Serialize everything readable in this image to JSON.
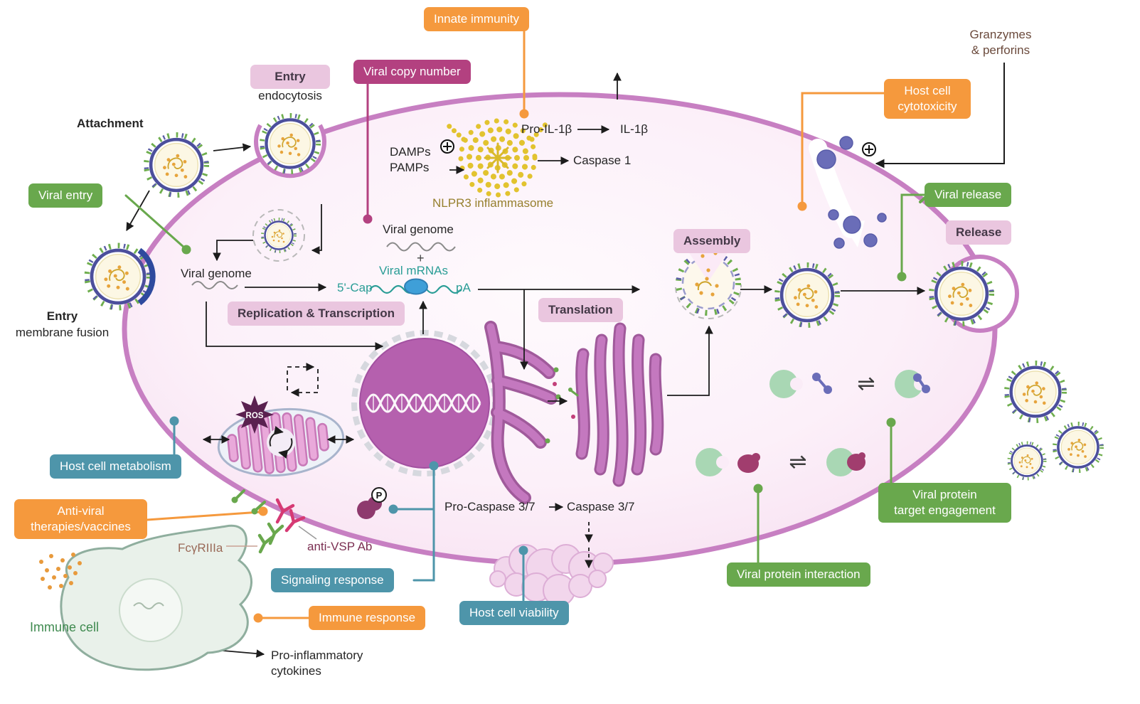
{
  "stages": {
    "attachment": "Attachment",
    "entry_endocytosis": "Entry",
    "endocytosis_sub": "endocytosis",
    "entry_fusion": "Entry",
    "fusion_sub": "membrane fusion",
    "replication_transcription": "Replication & Transcription",
    "translation": "Translation",
    "assembly": "Assembly",
    "release": "Release"
  },
  "assays": {
    "viral_entry": "Viral entry",
    "viral_copy_number": "Viral copy number",
    "innate_immunity": "Innate immunity",
    "host_cell_cytotoxicity": "Host cell\ncytotoxicity",
    "viral_release": "Viral release",
    "host_cell_metabolism": "Host cell metabolism",
    "signaling_response": "Signaling response",
    "immune_response": "Immune response",
    "host_cell_viability": "Host cell viability",
    "viral_protein_target_engagement": "Viral protein\ntarget engagement",
    "viral_protein_interaction": "Viral protein interaction",
    "antiviral_therapies": "Anti-viral\ntherapies/vaccines"
  },
  "molecules": {
    "viral_genome_top": "Viral genome",
    "plus_sign": "+",
    "viral_mrnas": "Viral mRNAs",
    "five_cap": "5'-Cap",
    "poly_a": "pA",
    "viral_genome_entry": "Viral genome",
    "damps_pamps": "DAMPs\nPAMPs",
    "pro_il1b": "Pro-IL-1β",
    "il1b": "IL-1β",
    "caspase_1": "Caspase 1",
    "nlpr3": "NLPR3 inflammasome",
    "granzymes_perforins": "Granzymes\n& perforins",
    "pro_caspase_37": "Pro-Caspase 3/7",
    "caspase_37": "Caspase 3/7",
    "ros": "ROS",
    "phospho": "P",
    "fcgriiia": "FcγRIIIa",
    "anti_vsp_ab": "anti-VSP Ab",
    "immune_cell": "Immune cell",
    "pro_inflammatory_cytokines": "Pro-inflammatory\ncytokines"
  },
  "icons": {
    "equilibrium": "⇌"
  },
  "colors": {
    "orange": "#f5993d",
    "magenta": "#b34180",
    "green": "#69a84d",
    "teal": "#4e95aa",
    "pink-badge": "#eac6df",
    "membrane": "#c77fc2",
    "nucleus": "#b560ae",
    "teal-text": "#2a9d96",
    "nlpr3-text": "#97802e",
    "brown-text": "#6b4a3c",
    "green-text": "#3f8a4f",
    "maroon-text": "#7b2f52",
    "receptor-text": "#9a6a58"
  }
}
